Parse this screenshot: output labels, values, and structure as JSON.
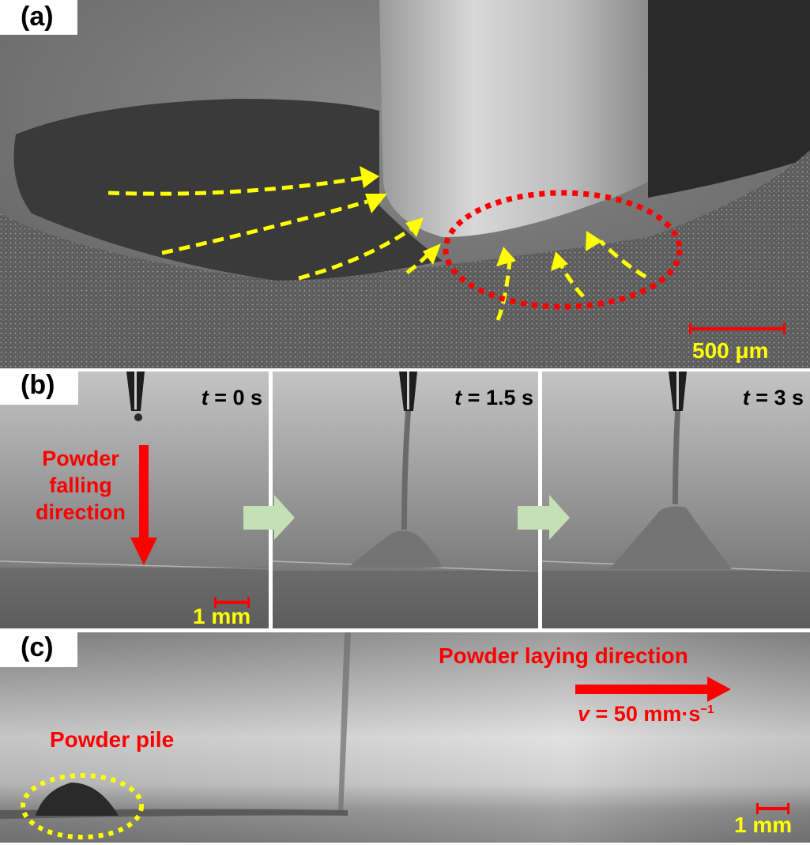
{
  "figure": {
    "panel_a": {
      "label": "(a)",
      "scale_bar": "500 μm",
      "colors": {
        "flow_arrows": "#ffff00",
        "highlight_ellipse": "#ff0000",
        "scale_bar": "#ff0000",
        "scale_text": "#ffff00"
      }
    },
    "panel_b": {
      "label": "(b)",
      "frames": [
        {
          "time_var": "t",
          "time_value": " = 0 s"
        },
        {
          "time_var": "t",
          "time_value": " = 1.5 s"
        },
        {
          "time_var": "t",
          "time_value": " = 3 s"
        }
      ],
      "falling_label_lines": [
        "Powder",
        "falling",
        "direction"
      ],
      "scale_bar": "1 mm",
      "colors": {
        "arrow": "#ff0000",
        "transition_arrow": "#c5e0b4"
      }
    },
    "panel_c": {
      "label": "(c)",
      "laying_label": "Powder laying direction",
      "velocity_var": "v",
      "velocity_value": " = 50 mm·s",
      "velocity_exp": "−1",
      "pile_label": "Powder pile",
      "scale_bar": "1 mm",
      "colors": {
        "arrow": "#ff0000",
        "pile_ellipse": "#ffff00"
      }
    }
  }
}
